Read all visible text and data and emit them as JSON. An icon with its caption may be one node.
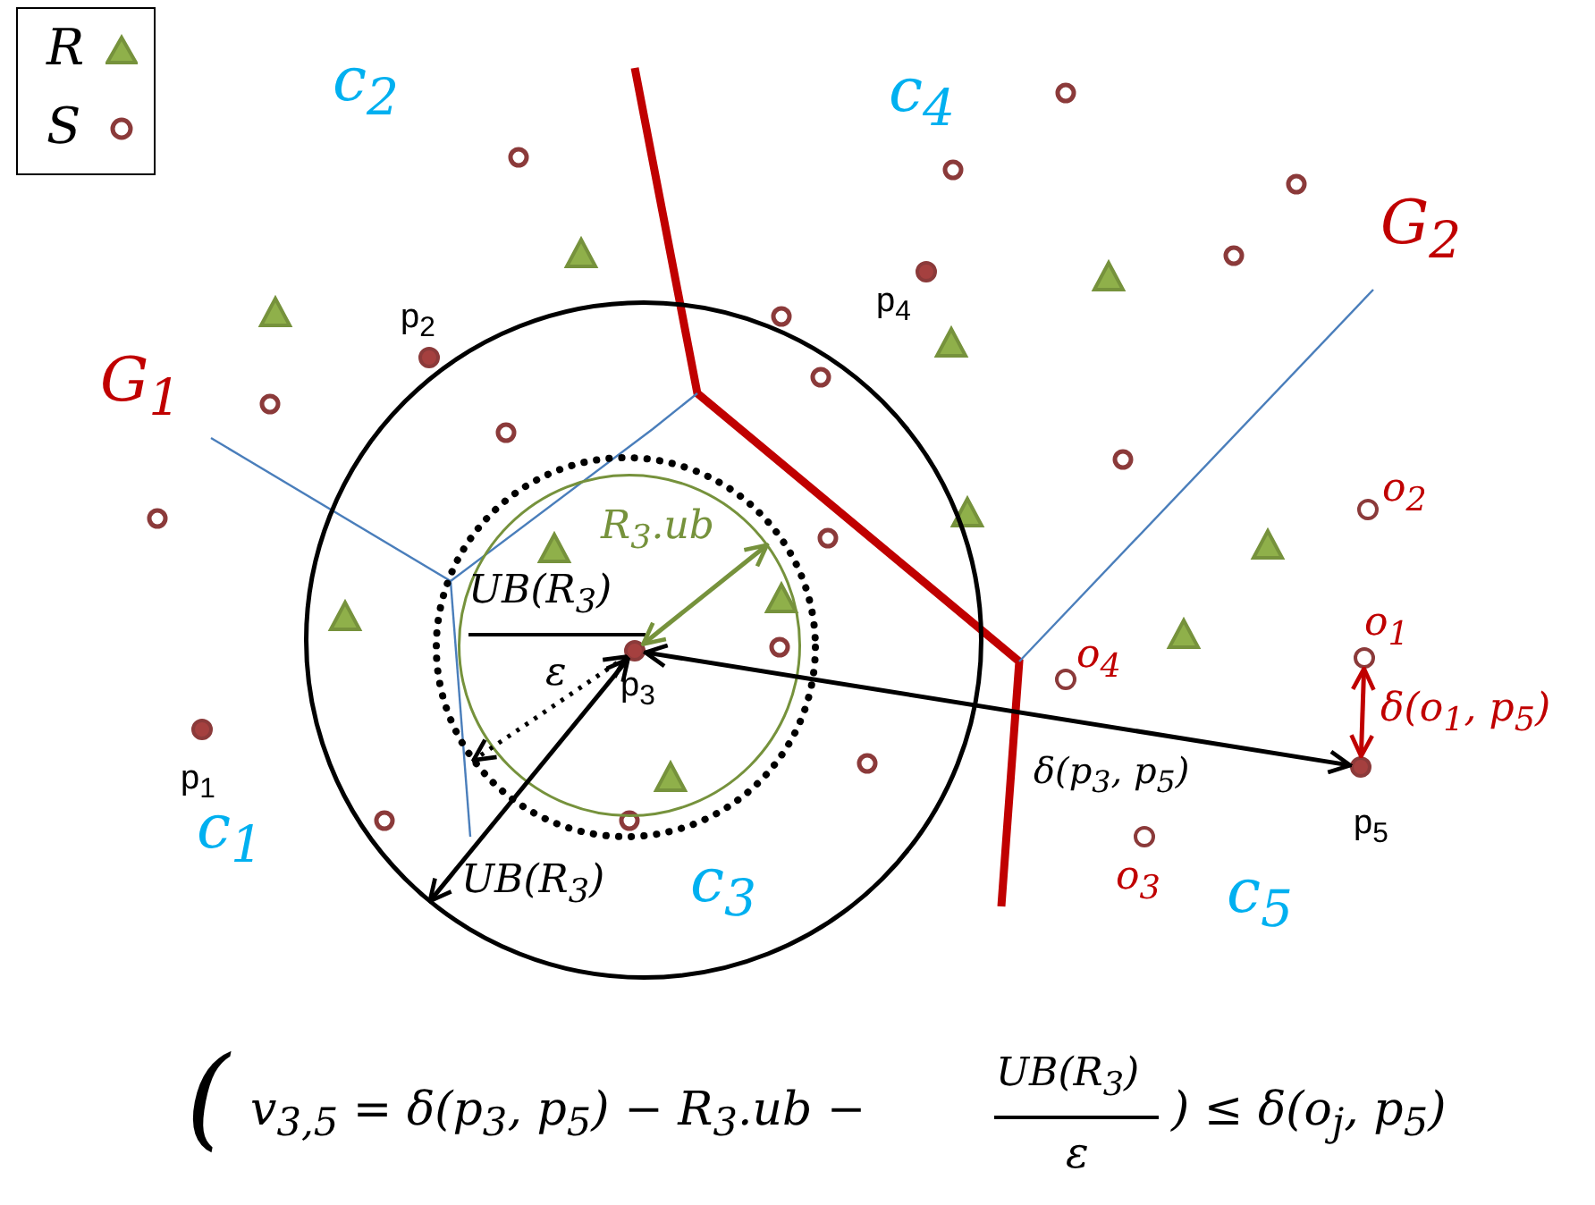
{
  "diagram": {
    "nodes": [
      {
        "text": [],
        "shape": "circle"
      },
      {
        "text": [],
        "shape": "circle",
        "in": 0
      },
      {
        "text": [],
        "shape": "circle",
        "in": 1
      },
      {
        "text": [
          "p$_{2}$"
        ]
      },
      {
        "text": [
          "p$_{4}$"
        ]
      },
      {
        "text": [
          "p$_{1}$"
        ]
      },
      {
        "text": [
          "p$_{3}$"
        ],
        "in": 2
      },
      {
        "text": [
          "o$_{2}$"
        ]
      },
      {
        "text": [
          "o$_{1}$"
        ]
      },
      {
        "text": [
          "o$_{4}$"
        ]
      },
      {
        "text": [
          "p$_{5}$"
        ]
      },
      {
        "text": [
          "o$_{3}$"
        ]
      }
    ],
    "edges": [
      {
        "from": 6,
        "to": 2,
        "arrow": "both",
        "label": "R$_{3}$.ub",
        "color": "#76923c"
      },
      {
        "from": 6,
        "to": 1,
        "arrow": "both",
        "label": "ε",
        "style": "dashed"
      },
      {
        "from": 6,
        "to": 10,
        "arrow": "both",
        "label": "δ(p$_{3}$, p$_{5}$)"
      },
      {
        "from": 8,
        "to": 10,
        "arrow": "both",
        "label": "δ(o$_{1}$, p$_{5}$)",
        "color": "#c00000"
      },
      {
        "from": 6,
        "to": 0,
        "arrow": "both",
        "label": "UB(R$_{3}$)"
      }
    ],
    "labels": [
      "c$_{2}$",
      "c$_{4}$",
      "G$_{2}$",
      "G$_{1}$",
      "UB(R$_{3}$)",
      "c$_{1}$",
      "c$_{3}$",
      "c$_{5}$",
      "(",
      "v$_{3,5}$ =  δ(p$_{3}$, p$_{5}$) − R$_{3}$.ub −",
      "UB(R$_{3}$)",
      "ε",
      ") ≤ δ(o$_{j}$, p$_{5}$)"
    ],
    "legend": [
      {
        "text": "R"
      },
      {
        "text": "S"
      }
    ]
  }
}
